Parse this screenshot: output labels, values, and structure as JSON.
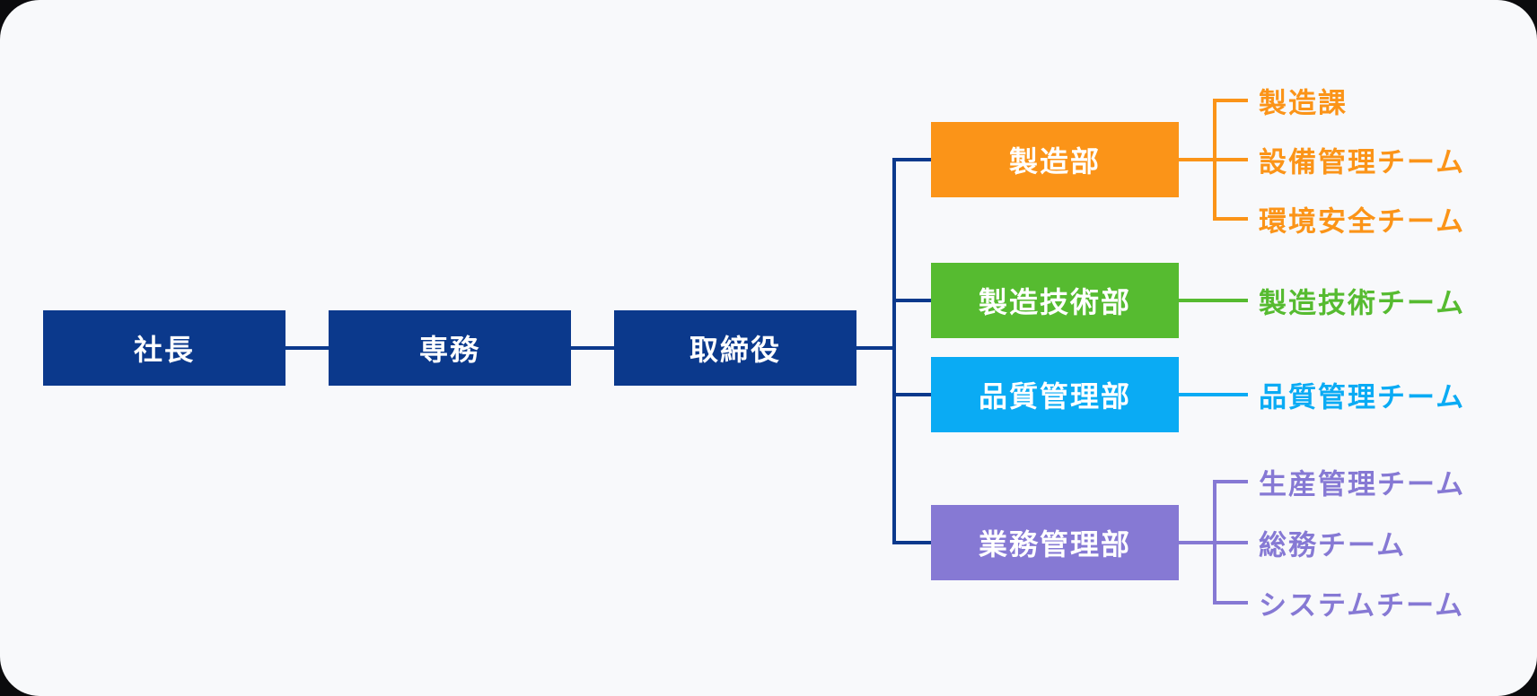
{
  "page": {
    "outer_background": "#0b0b0d",
    "surface_background": "#f8f9fb"
  },
  "org_chart": {
    "connector_color": "#0b398c",
    "executive_color": "#0b398c",
    "executive_text_color": "#ffffff",
    "executives": [
      {
        "label": "社長"
      },
      {
        "label": "専務"
      },
      {
        "label": "取締役"
      }
    ],
    "departments": [
      {
        "label": "製造部",
        "color": "#fb9418",
        "teams": [
          {
            "label": "製造課"
          },
          {
            "label": "設備管理チーム"
          },
          {
            "label": "環境安全チーム"
          }
        ]
      },
      {
        "label": "製造技術部",
        "color": "#56bb30",
        "teams": [
          {
            "label": "製造技術チーム"
          }
        ]
      },
      {
        "label": "品質管理部",
        "color": "#0aabf4",
        "teams": [
          {
            "label": "品質管理チーム"
          }
        ]
      },
      {
        "label": "業務管理部",
        "color": "#8679d4",
        "teams": [
          {
            "label": "生産管理チーム"
          },
          {
            "label": "総務チーム"
          },
          {
            "label": "システムチーム"
          }
        ]
      }
    ]
  }
}
